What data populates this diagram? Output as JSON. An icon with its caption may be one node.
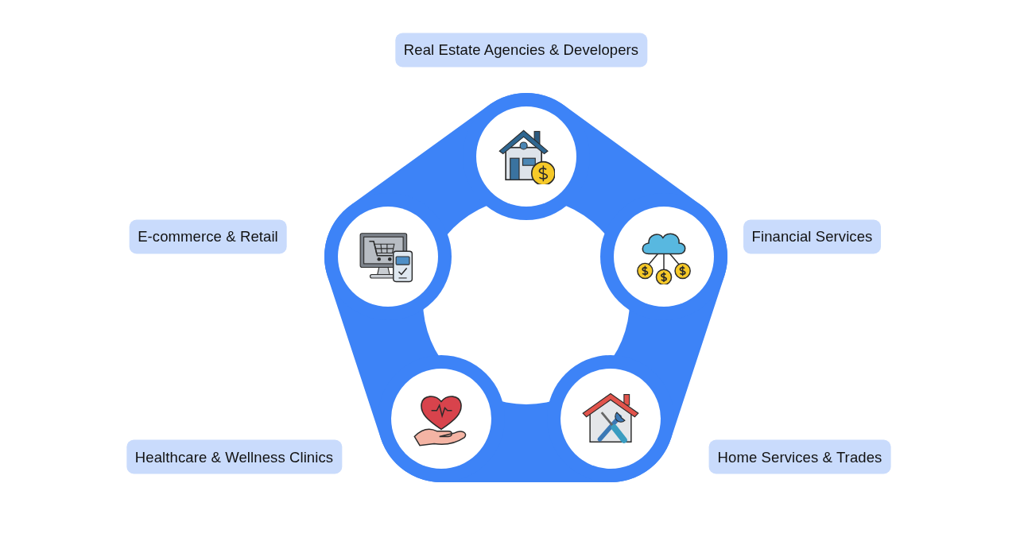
{
  "diagram": {
    "nodes": [
      {
        "text": [
          "Real Estate Agencies & Developers"
        ]
      },
      {
        "text": [
          "E-commerce & Retail"
        ]
      },
      {
        "text": [
          "Financial Services"
        ]
      },
      {
        "text": [
          "Healthcare & Wellness Clinics"
        ]
      },
      {
        "text": [
          "Home Services & Trades"
        ]
      }
    ]
  }
}
